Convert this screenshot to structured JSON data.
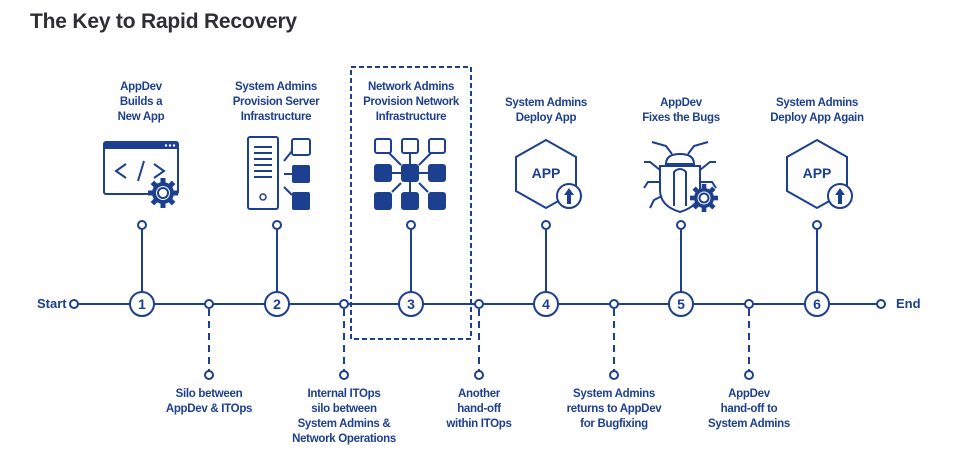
{
  "title": "The Key to Rapid Recovery",
  "colors": {
    "primary": "#1d3f8f",
    "title": "#2e2e33"
  },
  "timeline": {
    "start_label": "Start",
    "end_label": "End"
  },
  "steps": [
    {
      "number": "1",
      "icon": "code-window-gear-icon",
      "lines": [
        "AppDev",
        "Builds a",
        "New App"
      ]
    },
    {
      "number": "2",
      "icon": "server-infrastructure-icon",
      "lines": [
        "System Admins",
        "Provision Server",
        "Infrastructure"
      ]
    },
    {
      "number": "3",
      "icon": "network-infrastructure-icon",
      "lines": [
        "Network Admins",
        "Provision Network",
        "Infrastructure"
      ],
      "highlighted": true
    },
    {
      "number": "4",
      "icon": "app-deploy-icon",
      "icon_text": "APP",
      "lines": [
        "System Admins",
        "Deploy App"
      ]
    },
    {
      "number": "5",
      "icon": "bug-gear-icon",
      "lines": [
        "AppDev",
        "Fixes the Bugs"
      ]
    },
    {
      "number": "6",
      "icon": "app-deploy-icon",
      "icon_text": "APP",
      "lines": [
        "System Admins",
        "Deploy App Again"
      ]
    }
  ],
  "handoffs": [
    {
      "lines": [
        "Silo between",
        "AppDev & ITOps"
      ]
    },
    {
      "lines": [
        "Internal ITOps",
        "silo between",
        "System Admins &",
        "Network Operations"
      ]
    },
    {
      "lines": [
        "Another",
        "hand-off",
        "within ITOps"
      ]
    },
    {
      "lines": [
        "System Admins",
        "returns to AppDev",
        "for Bugfixing"
      ]
    },
    {
      "lines": [
        "AppDev",
        "hand-off to",
        "System Admins"
      ]
    }
  ]
}
